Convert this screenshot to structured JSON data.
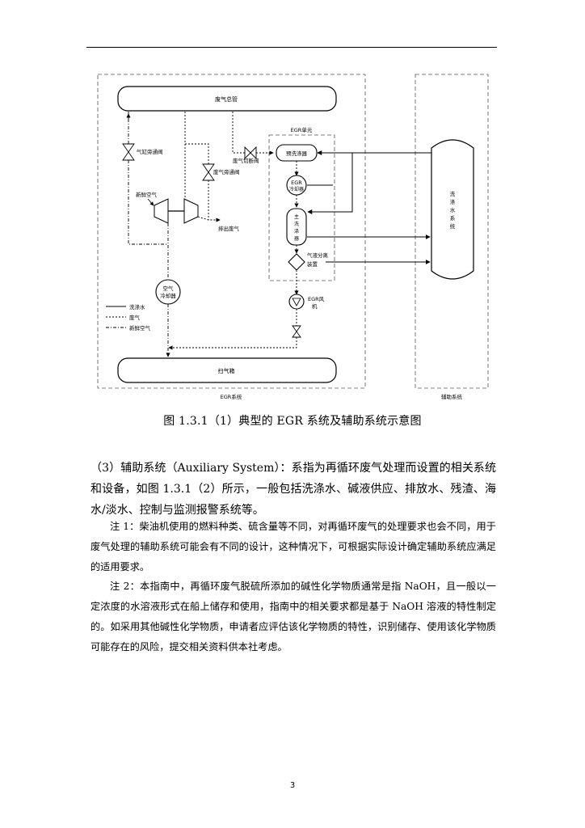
{
  "diagram": {
    "labels": {
      "exhaust_main": "废气总管",
      "egr_unit": "EGR单元",
      "cylinder_bypass": "气缸旁通阀",
      "exhaust_bypass": "废气旁通阀",
      "exhaust_cutoff": "废气切断阀",
      "fresh_air": "新鲜空气",
      "exhaust_out": "排出废气",
      "prewasher": "预洗涤器",
      "egr_cooler_1": "EGR",
      "egr_cooler_2": "冷却器",
      "main_scrubber_1": "主",
      "main_scrubber_2": "洗",
      "main_scrubber_3": "涤",
      "main_scrubber_4": "器",
      "separator_1": "气液分离",
      "separator_2": "装置",
      "air_cooler_1": "空气",
      "air_cooler_2": "冷却器",
      "egr_fan_1": "EGR风",
      "egr_fan_2": "机",
      "wash_water_1": "洗",
      "wash_water_2": "涤",
      "wash_water_3": "水",
      "wash_water_4": "系",
      "wash_water_5": "统",
      "scavenge_box": "扫气箱",
      "egr_system": "EGR系统",
      "aux_system": "辅助系统"
    },
    "legend": [
      "洗涤水",
      "废气",
      "新鲜空气"
    ]
  },
  "caption": "图 1.3.1（1）典型的 EGR 系统及辅助系统示意图",
  "paragraphs": {
    "p1": "（3）辅助系统（Auxiliary System）：系指为再循环废气处理而设置的相关系统和设备，如图 1.3.1（2）所示，一般包括洗涤水、碱液供应、排放水、残渣、海水/淡水、控制与监测报警系统等。",
    "note1": "注 1：柴油机使用的燃料种类、硫含量等不同，对再循环废气的处理要求也会不同，用于废气处理的辅助系统可能会有不同的设计，这种情况下，可根据实际设计确定辅助系统应满足的适用要求。",
    "note2": "注 2：本指南中，再循环废气脱硫所添加的碱性化学物质通常是指 NaOH，且一般以一定浓度的水溶液形式在船上储存和使用，指南中的相关要求都是基于 NaOH 溶液的特性制定的。如采用其他碱性化学物质，申请者应评估该化学物质的特性，识别储存、使用该化学物质可能存在的风险，提交相关资料供本社考虑。"
  },
  "page_number": "3"
}
